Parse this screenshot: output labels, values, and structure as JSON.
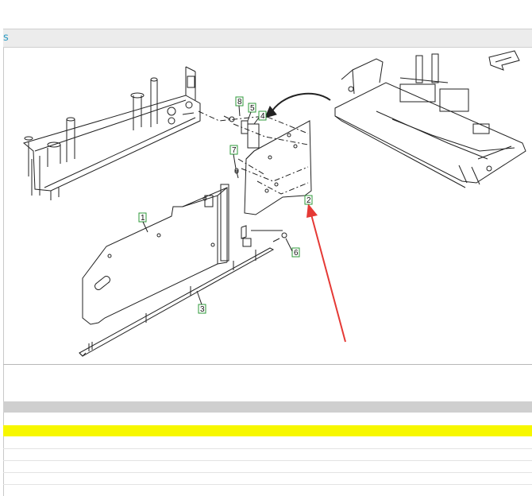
{
  "toolbar": {
    "icon": "partial-s-glyph",
    "label": "s"
  },
  "diagram": {
    "callouts": [
      {
        "id": "1",
        "label": "1"
      },
      {
        "id": "2",
        "label": "2"
      },
      {
        "id": "3",
        "label": "3"
      },
      {
        "id": "4",
        "label": "4"
      },
      {
        "id": "5",
        "label": "5"
      },
      {
        "id": "6",
        "label": "6"
      },
      {
        "id": "7",
        "label": "7"
      },
      {
        "id": "8",
        "label": "8"
      }
    ]
  },
  "colors": {
    "callout_border": "#2e9a3a",
    "annotation_arrow": "#e53935",
    "highlight_row": "#f7f700",
    "selected_row": "#cfcfcf"
  }
}
